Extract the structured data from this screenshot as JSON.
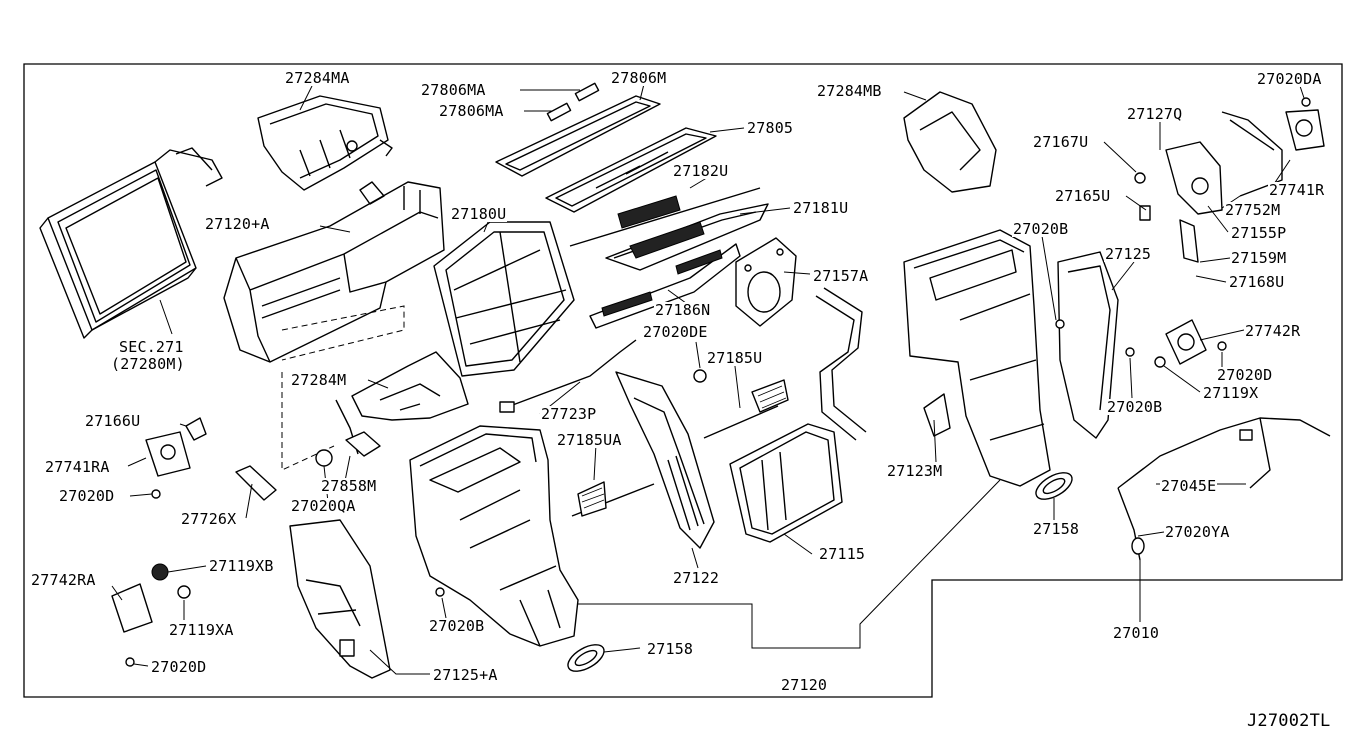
{
  "diagram": {
    "code": "J27002TL",
    "labels": {
      "l27284MA": "27284MA",
      "l27806MA_a": "27806MA",
      "l27806MA_b": "27806MA",
      "l27806M": "27806M",
      "l27805": "27805",
      "l27284MB": "27284MB",
      "l27020DA": "27020DA",
      "l27127Q": "27127Q",
      "l27167U": "27167U",
      "l27741R": "27741R",
      "l27752M": "27752M",
      "l27165U": "27165U",
      "l27155P": "27155P",
      "l27182U": "27182U",
      "l27181U": "27181U",
      "l27120A": "27120+A",
      "l27180U": "27180U",
      "l27020B_a": "27020B",
      "l27125": "27125",
      "l27159M": "27159M",
      "l27168U": "27168U",
      "l27157A": "27157A",
      "l27186N": "27186N",
      "l27020DE": "27020DE",
      "l27742R": "27742R",
      "l27020D_r": "27020D",
      "l27119X": "27119X",
      "lSEC": "SEC.271",
      "l27280M": "(27280M)",
      "l27284M": "27284M",
      "l27185U": "27185U",
      "l27020B_b": "27020B",
      "l27723P": "27723P",
      "l27166U": "27166U",
      "l27185UA": "27185UA",
      "l27123M": "27123M",
      "l27741RA": "27741RA",
      "l27858M": "27858M",
      "l27045E": "27045E",
      "l27020D_l": "27020D",
      "l27020QA": "27020QA",
      "l27726X": "27726X",
      "l27158_r": "27158",
      "l27020YA": "27020YA",
      "l27122": "27122",
      "l27115": "27115",
      "l27119XB": "27119XB",
      "l27742RA": "27742RA",
      "l27119XA": "27119XA",
      "l27020B_c": "27020B",
      "l27010": "27010",
      "l27158_b": "27158",
      "l27020D_b": "27020D",
      "l27125A": "27125+A",
      "l27120": "27120"
    }
  }
}
